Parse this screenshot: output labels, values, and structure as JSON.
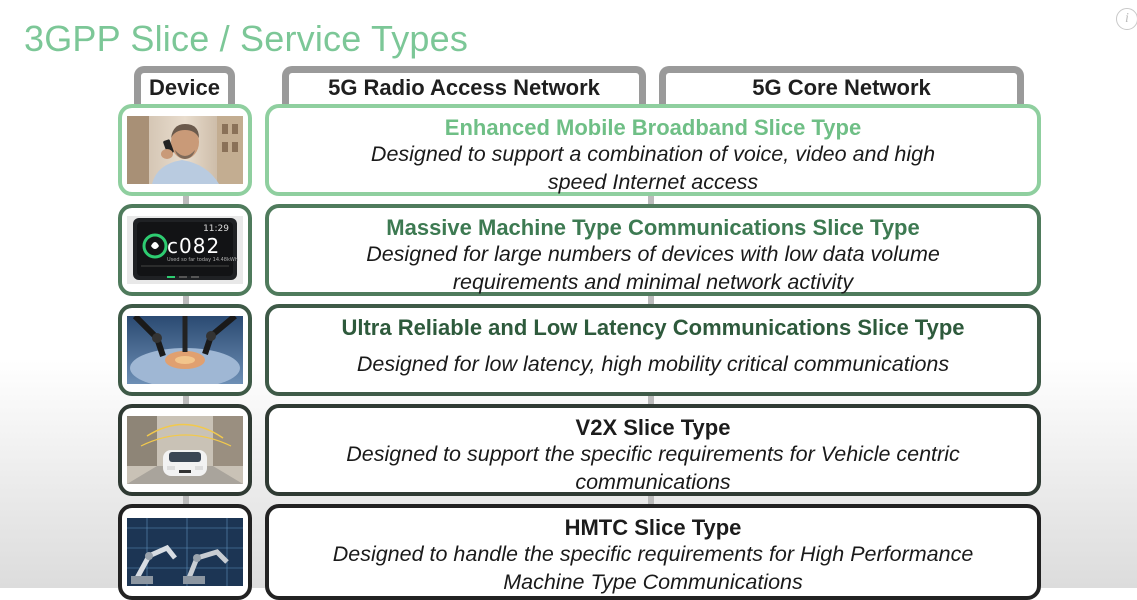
{
  "title": "3GPP Slice / Service Types",
  "headers": {
    "device": "Device",
    "ran": "5G Radio Access Network",
    "core": "5G Core Network"
  },
  "slices": [
    {
      "title": "Enhanced Mobile Broadband Slice Type",
      "desc_line1": "Designed to support a combination of voice, video and high",
      "desc_line2": "speed Internet access",
      "border_color": "#8fcf9f",
      "title_color": "#6fbf86",
      "device_icon": "person-phone-icon"
    },
    {
      "title": "Massive Machine Type Communications Slice Type",
      "desc_line1": "Designed for large numbers of devices with low data volume",
      "desc_line2": "requirements and minimal network activity",
      "border_color": "#4f7b5c",
      "title_color": "#3d7a52",
      "device_icon": "smart-meter-icon",
      "device_time": "11:29",
      "device_reading": "c082",
      "device_small": "Used so far today 14.48kWh"
    },
    {
      "title": "Ultra Reliable and Low Latency Communications Slice Type",
      "desc_line1": "Designed for low latency, high mobility critical communications",
      "desc_line2": "",
      "border_color": "#3e5a47",
      "title_color": "#2e5a3c",
      "device_icon": "robotic-surgery-icon"
    },
    {
      "title": "V2X Slice Type",
      "desc_line1": "Designed to support the specific requirements for Vehicle centric",
      "desc_line2": "communications",
      "border_color": "#2f3a33",
      "title_color": "#1c1c1c",
      "device_icon": "connected-car-icon"
    },
    {
      "title": "HMTC Slice Type",
      "desc_line1": "Designed to handle the specific requirements for High Performance",
      "desc_line2": "Machine Type Communications",
      "border_color": "#222222",
      "title_color": "#1c1c1c",
      "device_icon": "industrial-robot-icon"
    }
  ]
}
